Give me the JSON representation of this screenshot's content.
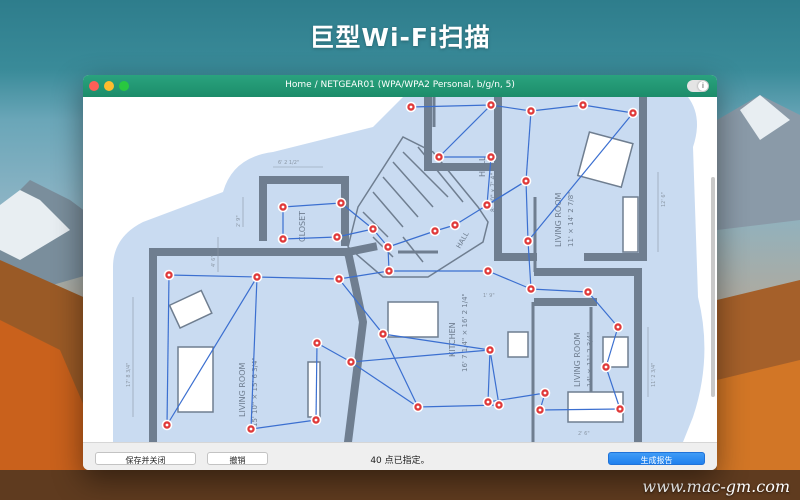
{
  "banner": {
    "title": "巨型Wi-Fi扫描"
  },
  "window": {
    "title": "Home / NETGEAR01 (WPA/WPA2 Personal, b/g/n, 5)",
    "toggle_icon": "i"
  },
  "floorplan": {
    "rooms": {
      "closet": "CLOSET",
      "hall_top": "HALL",
      "hall_top_dim": "8' 10\" x 7' 4\"",
      "hall_lower": "HALL",
      "living_room_right": "LIVING ROOM",
      "living_room_right_dim": "11' × 14' 2 7/8\"",
      "living_room_left": "LIVING ROOM",
      "living_room_left_dim": "15' 10\" × 15' 6 3/4\"",
      "kitchen": "KITCHEN",
      "kitchen_dim": "16' 7 1/4\" × 16' 2 1/4\"",
      "living_room_lower_right": "LIVING ROOM",
      "living_room_lower_right_dim": "14' × 11' 2 3/4\""
    },
    "dimensions": [
      "6' 2 1/2\"",
      "12' 6\"",
      "2' 9\"",
      "4' 6\"",
      "17' 8 3/4\"",
      "11' 2 3/4\"",
      "1' 9\"",
      "2' 6\""
    ]
  },
  "toolbar": {
    "save_close": "保存并关闭",
    "undo": "撤销",
    "status": "40 点已指定。",
    "generate_report": "生成报告"
  },
  "watermark": "www.mac-gm.com",
  "colors": {
    "titlebar": "#1f9070",
    "coverage": "#c9dbf1",
    "walls": "#6f7e90",
    "path": "#3b6fd0",
    "point": "#e03a3a",
    "report_button": "#2a8cf2"
  }
}
